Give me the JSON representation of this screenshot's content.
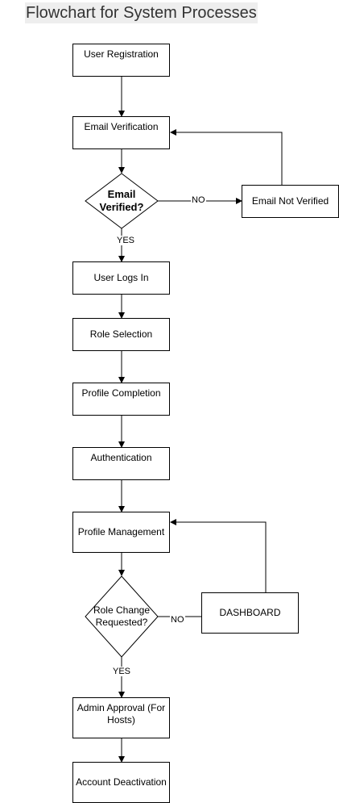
{
  "title": "Flowchart for System Processes",
  "nodes": {
    "user_registration": "User Registration",
    "email_verification": "Email Verification",
    "email_verified": "Email Verified?",
    "email_not_verified": "Email Not Verified",
    "user_logs_in": "User Logs In",
    "role_selection": "Role Selection",
    "profile_completion": "Profile Completion",
    "authentication": "Authentication",
    "profile_management": "Profile Management",
    "role_change_requested": "Role Change Requested?",
    "dashboard": "DASHBOARD",
    "admin_approval": "Admin Approval (For Hosts)",
    "account_deactivation": "Account Deactivation"
  },
  "edges": {
    "email_no": "NO",
    "email_yes": "YES",
    "role_no": "NO",
    "role_yes": "YES"
  }
}
